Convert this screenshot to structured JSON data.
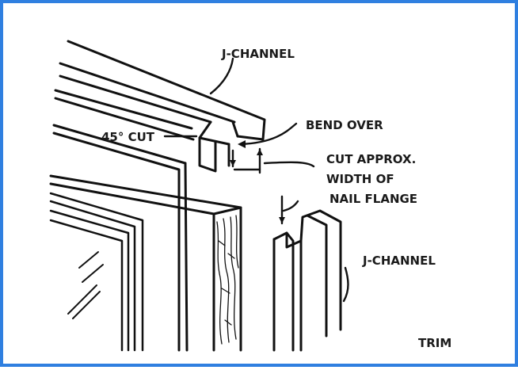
{
  "frame": {
    "border_color": "#2f7fe0"
  },
  "labels": {
    "j_channel_top": "J-CHANNEL",
    "cut_45": "45° CUT",
    "bend_over": "BEND OVER",
    "cut_approx_line1": "CUT APPROX.",
    "cut_approx_line2": "WIDTH OF",
    "cut_approx_line3": "NAIL FLANGE",
    "j_channel_side": "J-CHANNEL",
    "trim": "TRIM"
  }
}
